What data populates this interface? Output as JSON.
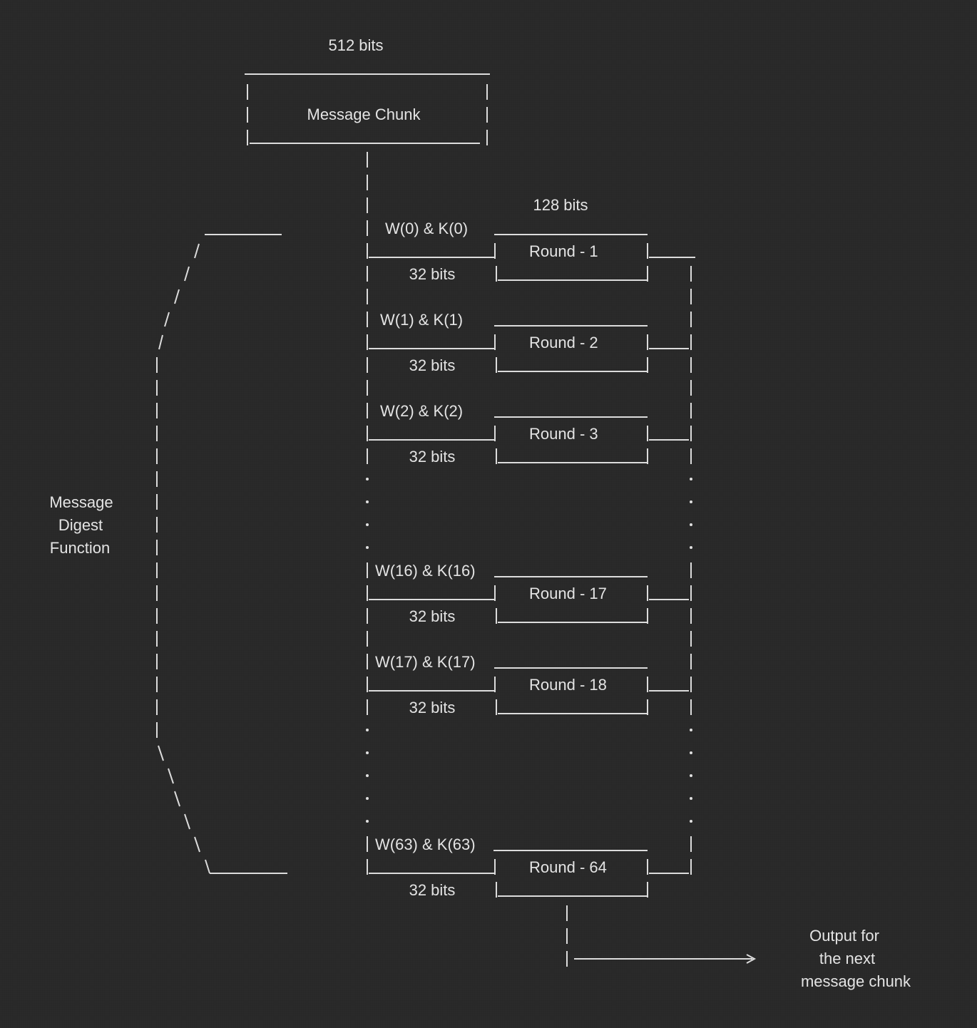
{
  "top": {
    "size_label": "512 bits",
    "chunk_label": "Message Chunk"
  },
  "round_width_label": "128 bits",
  "rounds": [
    {
      "input": "W(0) & K(0)",
      "bits": "32 bits",
      "label": "Round - 1"
    },
    {
      "input": "W(1) & K(1)",
      "bits": "32 bits",
      "label": "Round - 2"
    },
    {
      "input": "W(2) & K(2)",
      "bits": "32 bits",
      "label": "Round - 3"
    },
    {
      "input": "W(16) & K(16)",
      "bits": "32 bits",
      "label": "Round - 17"
    },
    {
      "input": "W(17) & K(17)",
      "bits": "32 bits",
      "label": "Round - 18"
    },
    {
      "input": "W(63) & K(63)",
      "bits": "32 bits",
      "label": "Round - 64"
    }
  ],
  "brace_label": [
    "Message",
    "Digest",
    "Function"
  ],
  "output_label": [
    "Output for",
    "the next",
    "message chunk"
  ],
  "colors": {
    "background": "#282828",
    "foreground": "#e4e4e4"
  }
}
